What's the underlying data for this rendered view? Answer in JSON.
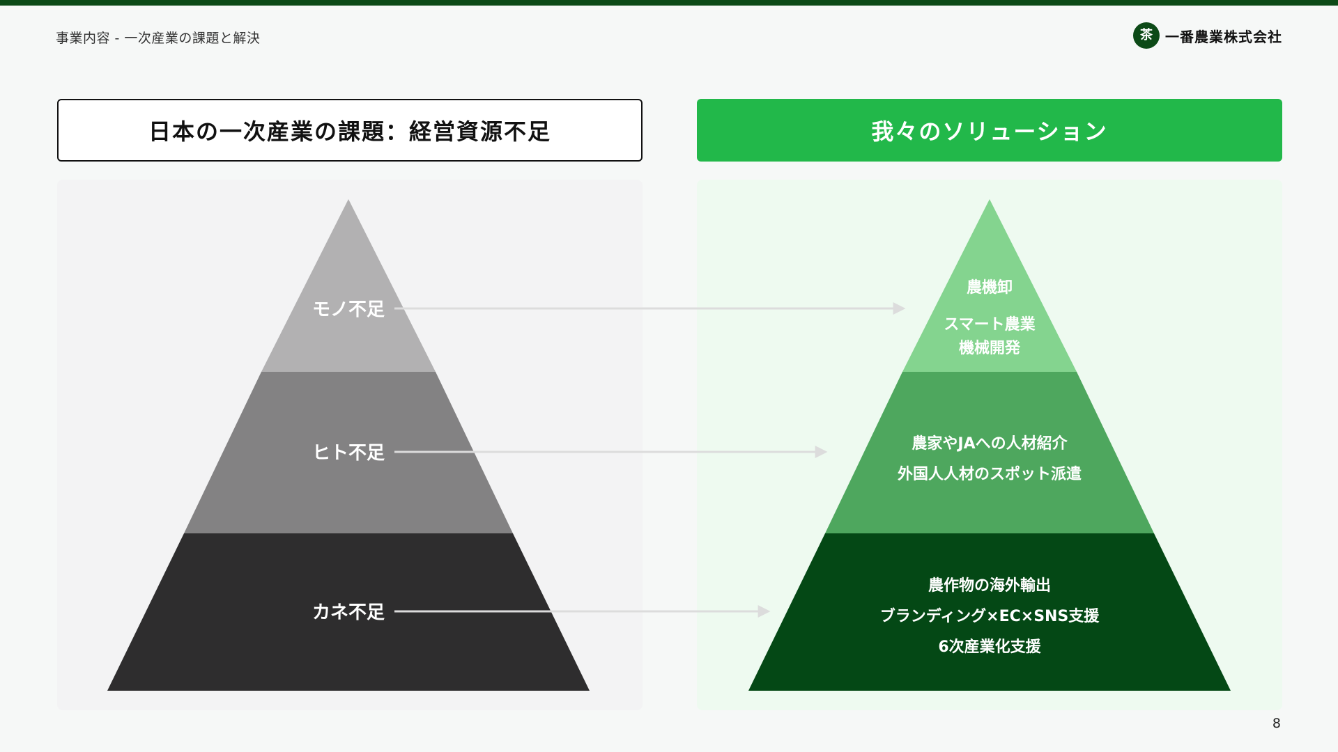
{
  "header": {
    "breadcrumb": "事業内容 - 一次産業の課題と解決",
    "logo_glyph": "茶",
    "logo_text": "一番農業株式会社"
  },
  "left": {
    "title": "日本の一次産業の課題：経営資源不足",
    "tiers": [
      {
        "label": "モノ不足",
        "color": "#b2b1b2"
      },
      {
        "label": "ヒト不足",
        "color": "#838283"
      },
      {
        "label": "カネ不足",
        "color": "#2e2d2e"
      }
    ]
  },
  "right": {
    "title": "我々のソリューション",
    "tiers": [
      {
        "lines": [
          "農機卸",
          "スマート農業",
          "機械開発"
        ],
        "color": "#84d48f"
      },
      {
        "lines": [
          "農家やJAへの人材紹介",
          "外国人人材のスポット派遣"
        ],
        "color": "#4ea75e"
      },
      {
        "lines": [
          "農作物の海外輸出",
          "ブランディング×EC×SNS支援",
          "6次産業化支援"
        ],
        "color": "#044815"
      }
    ]
  },
  "colors": {
    "brand_dark": "#0c4a17",
    "brand_green": "#22b84a",
    "arrow": "#dcdcdc"
  },
  "footer": {
    "page_number": "8"
  }
}
